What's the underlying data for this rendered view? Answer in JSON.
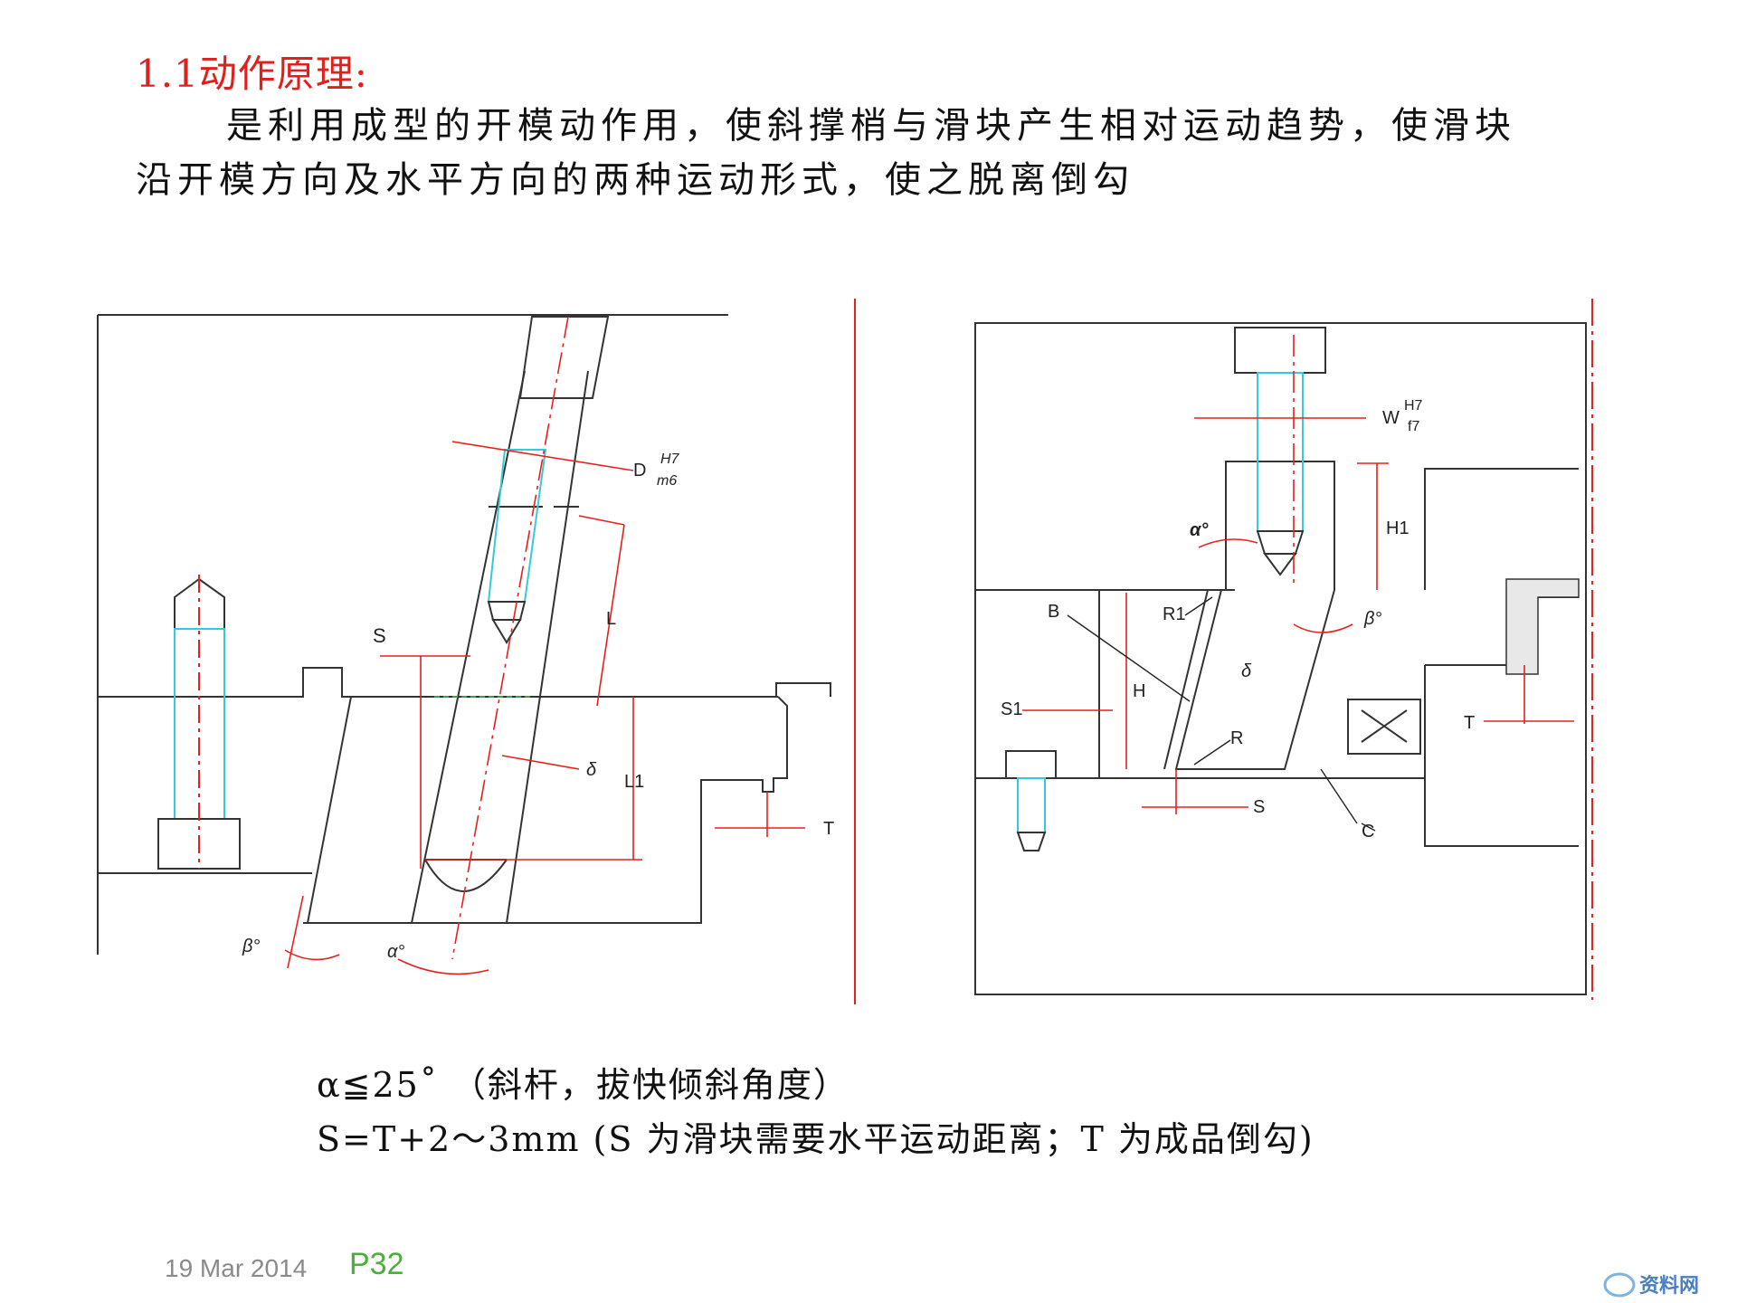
{
  "slide": {
    "title": "1.1动作原理:",
    "paragraph_line1": "是利用成型的开模动作用，使斜撑梢与滑块产生相对运动趋势，使滑块",
    "paragraph_line2": "沿开模方向及水平方向的两种运动形式，使之脱离倒勾"
  },
  "left_figure": {
    "label_s": "S",
    "label_d": "D",
    "fit_num": "H7",
    "fit_den": "m6",
    "label_l": "L",
    "label_l1": "L1",
    "label_delta": "δ",
    "label_t": "T",
    "label_beta": "β°",
    "label_alpha": "α°"
  },
  "right_figure": {
    "label_w": "W",
    "fit_num": "H7",
    "fit_den": "f7",
    "label_alpha": "α°",
    "label_h1": "H1",
    "label_b": "B",
    "label_r1": "R1",
    "label_delta": "δ",
    "label_h": "H",
    "label_s1": "S1",
    "label_r": "R",
    "label_s": "S",
    "label_c": "C",
    "label_t": "T",
    "label_beta": "β°"
  },
  "formulas": {
    "line1": "α≦25˚ （斜杆，拔快倾斜角度）",
    "line2": "S=T+2～3mm (S 为滑块需要水平运动距离；T 为成品倒勾)"
  },
  "footer": {
    "date": "19 Mar 2014",
    "page": "P32"
  },
  "watermark": {
    "text": "资料网"
  },
  "colors": {
    "title": "#e0201c",
    "dimension_lines": "#e8201c",
    "hidden_lines": "#36c8dc",
    "page_number": "#4caf3c"
  }
}
